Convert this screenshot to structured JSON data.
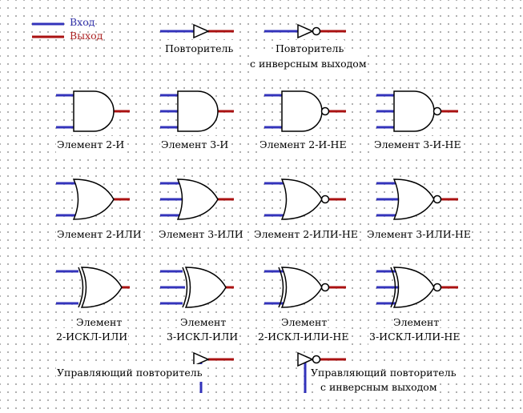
{
  "legend": {
    "input_label": "Вход",
    "output_label": "Выход",
    "input_color": "#3333bb",
    "output_color": "#aa1111"
  },
  "gates": {
    "buffer": "Повторитель",
    "buffer_inverted": [
      "Повторитель",
      "с инверсным выходом"
    ],
    "and2": "Элемент 2-И",
    "and3": "Элемент 3-И",
    "nand2": "Элемент 2-И-НЕ",
    "nand3": "Элемент 3-И-НЕ",
    "or2": "Элемент 2-ИЛИ",
    "or3": "Элемент 3-ИЛИ",
    "nor2": "Элемент 2-ИЛИ-НЕ",
    "nor3": "Элемент 3-ИЛИ-НЕ",
    "xor2": [
      "Элемент",
      "2-ИСКЛ-ИЛИ"
    ],
    "xor3": [
      "Элемент",
      "3-ИСКЛ-ИЛИ"
    ],
    "xnor2": [
      "Элемент",
      "2-ИСКЛ-ИЛИ-НЕ"
    ],
    "xnor3": [
      "Элемент",
      "3-ИСКЛ-ИЛИ-НЕ"
    ],
    "tristate": "Управляющий повторитель",
    "tristate_inverted": [
      "Управляющий повторитель",
      "с инверсным выходом"
    ]
  }
}
